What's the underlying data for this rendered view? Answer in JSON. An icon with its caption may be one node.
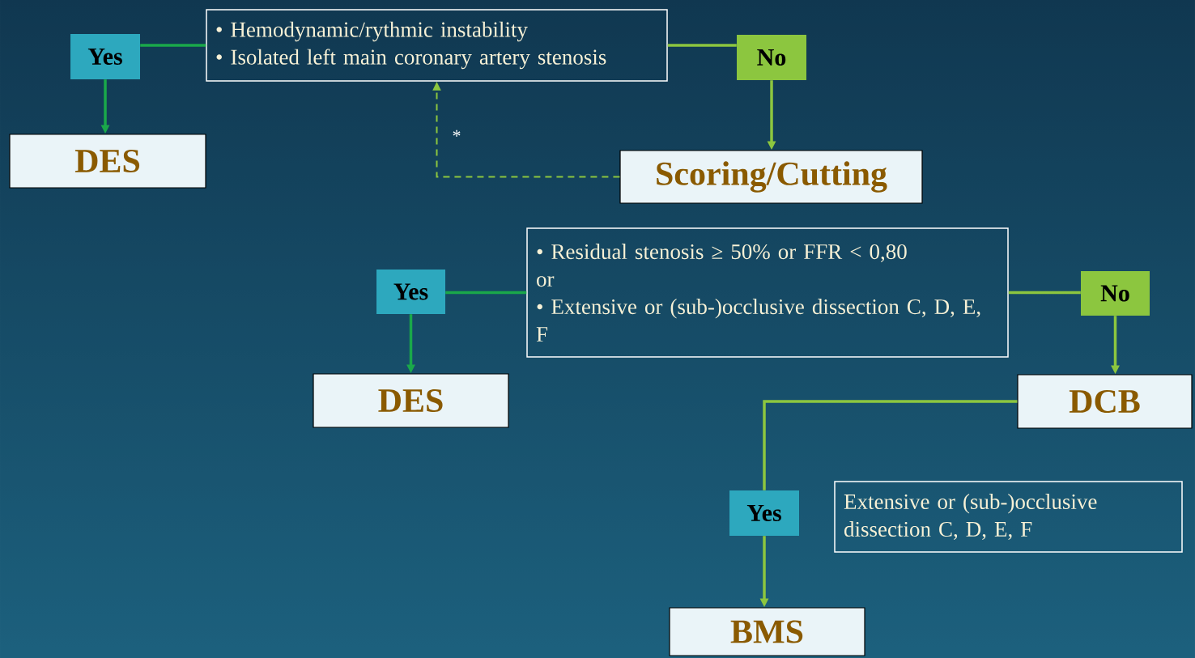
{
  "diagram": {
    "nodes": [
      {
        "text": [
          "• Hemodynamic/rythmic instability",
          "• Isolated left main coronary artery stenosis"
        ]
      },
      {
        "text": [
          "Yes"
        ]
      },
      {
        "text": [
          "No"
        ]
      },
      {
        "text": [
          "DES"
        ]
      },
      {
        "text": [
          "Scoring/Cutting"
        ]
      },
      {
        "text": [
          "• Residual stenosis ≥ 50% or FFR < 0,80",
          "or",
          "• Extensive or (sub-)occlusive dissection C, D, E, F"
        ]
      },
      {
        "text": [
          "Yes"
        ]
      },
      {
        "text": [
          "No"
        ]
      },
      {
        "text": [
          "DES"
        ]
      },
      {
        "text": [
          "DCB"
        ]
      },
      {
        "text": [
          "Yes"
        ]
      },
      {
        "text": [
          "BMS"
        ]
      },
      {
        "text": [
          "Extensive or (sub-)occlusive dissection C, D, E, F"
        ]
      }
    ],
    "edges": [
      {
        "from": 0,
        "to": 1,
        "arrow": "none",
        "color": "#1aa84a"
      },
      {
        "from": 1,
        "to": 3,
        "arrow": "to",
        "color": "#1aa84a"
      },
      {
        "from": 0,
        "to": 2,
        "arrow": "none"
      },
      {
        "from": 2,
        "to": 4,
        "arrow": "to"
      },
      {
        "from": 4,
        "to": 0,
        "arrow": "to",
        "style": "dashed",
        "label": "*"
      },
      {
        "from": 5,
        "to": 6,
        "arrow": "none",
        "color": "#1aa84a"
      },
      {
        "from": 6,
        "to": 8,
        "arrow": "to",
        "color": "#1aa84a"
      },
      {
        "from": 5,
        "to": 7,
        "arrow": "none"
      },
      {
        "from": 7,
        "to": 9,
        "arrow": "to"
      },
      {
        "from": 9,
        "to": 10,
        "arrow": "none"
      },
      {
        "from": 10,
        "to": 11,
        "arrow": "to"
      }
    ]
  }
}
